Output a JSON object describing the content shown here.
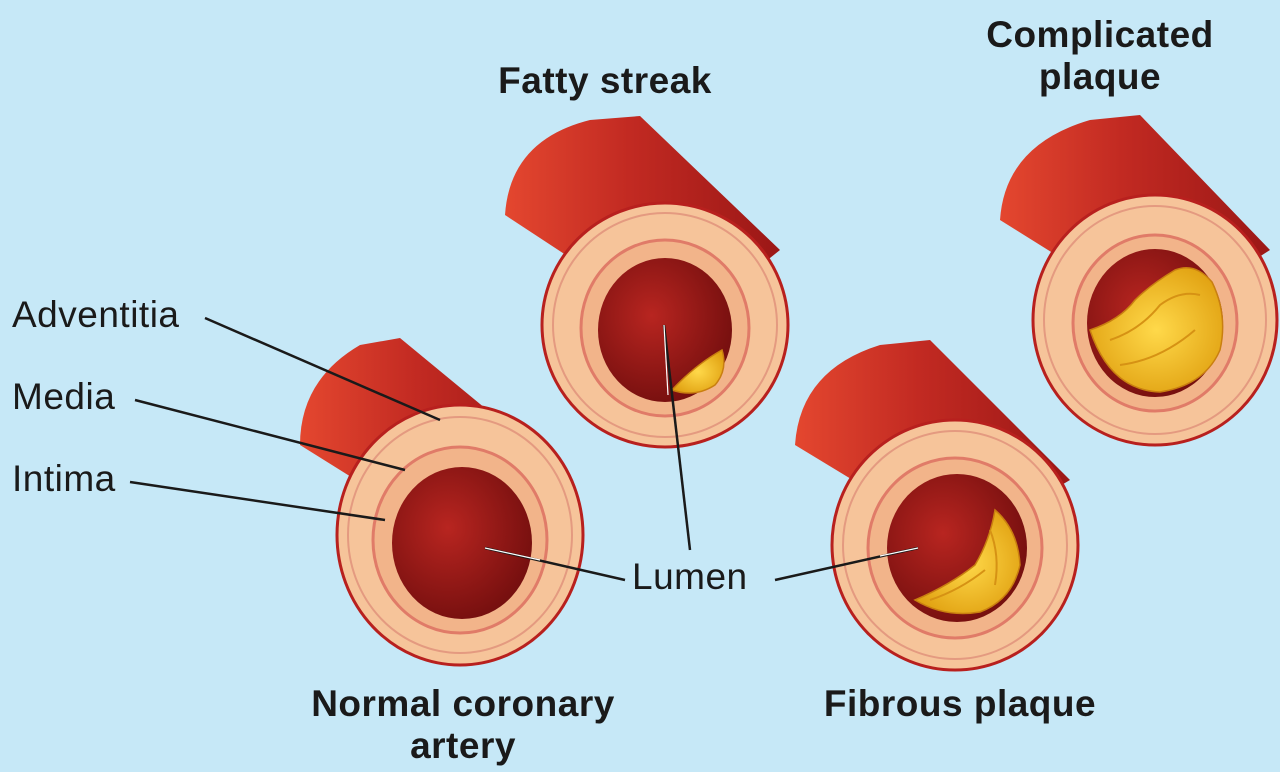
{
  "labels": {
    "adventitia": "Adventitia",
    "media": "Media",
    "intima": "Intima",
    "lumen": "Lumen"
  },
  "titles": {
    "normal_line1": "Normal coronary",
    "normal_line2": "artery",
    "fatty": "Fatty streak",
    "fibrous": "Fibrous plaque",
    "complicated_line1": "Complicated",
    "complicated_line2": "plaque"
  },
  "colors": {
    "background": "#c6e8f7",
    "vessel_outer": "#b8201e",
    "vessel_highlight": "#e1412c",
    "adventitia": "#f7c59b",
    "media": "#f2b38a",
    "intima_line": "#e98f7a",
    "lumen": "#9d1717",
    "plaque": "#f2b51c",
    "plaque_edge": "#d58a12"
  }
}
